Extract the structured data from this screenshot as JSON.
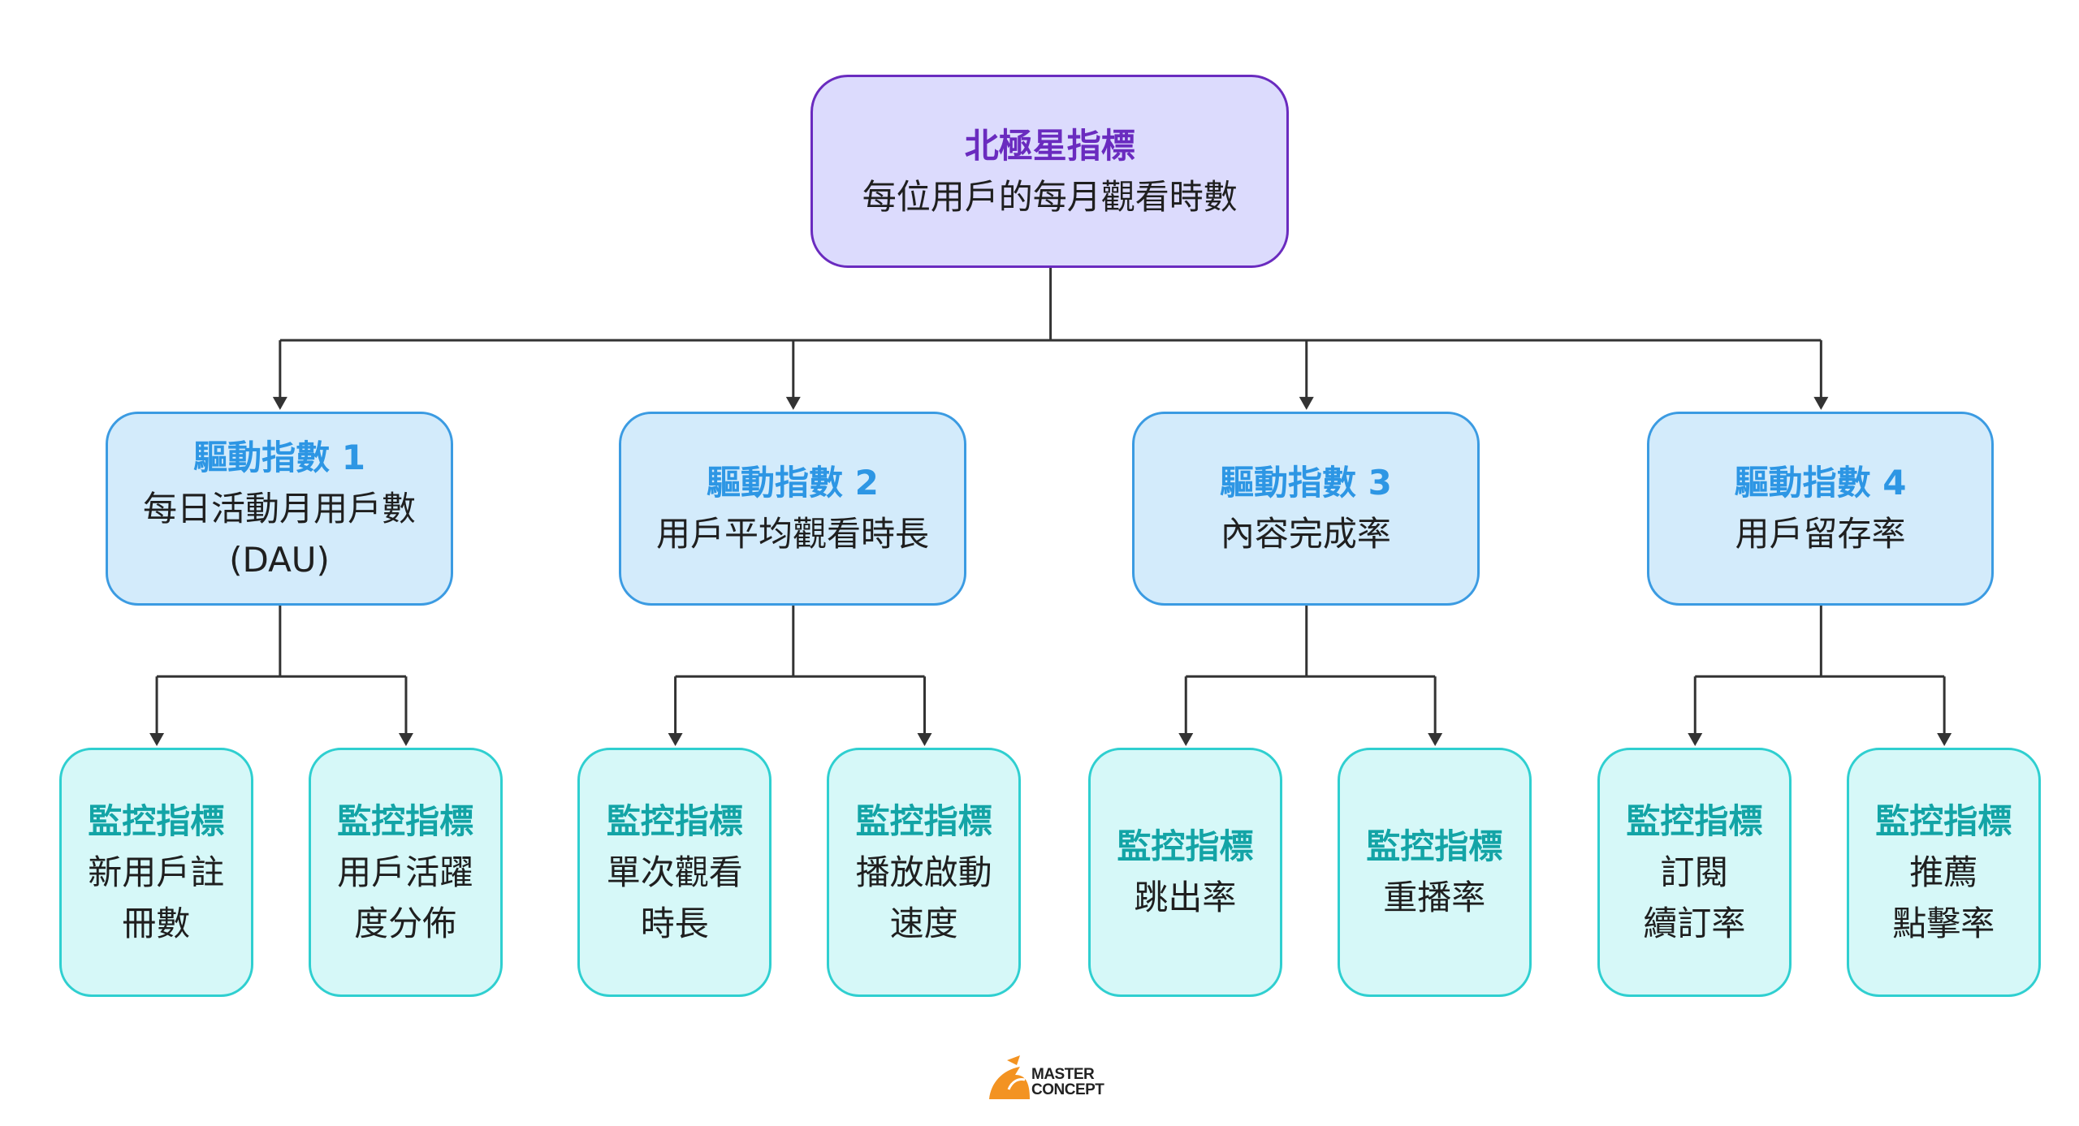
{
  "north_star": {
    "title": "北極星指標",
    "subtitle": "每位用戶的每月觀看時數"
  },
  "drivers": [
    {
      "title": "驅動指數 1",
      "subtitle": "每日活動月用戶數\n(DAU)",
      "monitors": [
        {
          "title": "監控指標",
          "subtitle": "新用戶註\n冊數"
        },
        {
          "title": "監控指標",
          "subtitle": "用戶活躍\n度分佈"
        }
      ]
    },
    {
      "title": "驅動指數 2",
      "subtitle": "用戶平均觀看時長",
      "monitors": [
        {
          "title": "監控指標",
          "subtitle": "單次觀看\n時長"
        },
        {
          "title": "監控指標",
          "subtitle": "播放啟動\n速度"
        }
      ]
    },
    {
      "title": "驅動指數 3",
      "subtitle": "內容完成率",
      "monitors": [
        {
          "title": "監控指標",
          "subtitle": "跳出率"
        },
        {
          "title": "監控指標",
          "subtitle": "重播率"
        }
      ]
    },
    {
      "title": "驅動指數 4",
      "subtitle": "用戶留存率",
      "monitors": [
        {
          "title": "監控指標",
          "subtitle": "訂閱\n續訂率"
        },
        {
          "title": "監控指標",
          "subtitle": "推薦\n點擊率"
        }
      ]
    }
  ],
  "logo": {
    "line1": "MASTER",
    "line2": "CONCEPT"
  },
  "colors": {
    "north_border": "#6a2bbf",
    "north_fill": "#dcdbfd",
    "driver_border": "#3b9be2",
    "driver_fill": "#d3ebfb",
    "monitor_border": "#2fcfd0",
    "monitor_fill": "#d6f8f8",
    "connector": "#333333",
    "logo_accent": "#f39322"
  }
}
